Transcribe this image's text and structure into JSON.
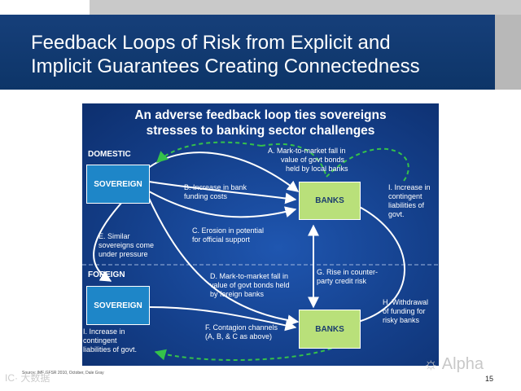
{
  "slide": {
    "title_line1": "Feedback Loops of Risk from Explicit and",
    "title_line2": "Implicit Guarantees Creating Connectedness",
    "source": "Source: IMF GFSR 2010, October, Dale Gray",
    "page_number": "15",
    "watermark_left": "IC· 大数据",
    "watermark_right": "Alpha"
  },
  "diagram": {
    "title_line1": "An adverse feedback loop ties sovereigns",
    "title_line2": "stresses to banking sector challenges",
    "domestic_label": "DOMESTIC",
    "foreign_label": "FOREIGN",
    "sovereign_domestic": "SOVEREIGN",
    "sovereign_foreign": "SOVEREIGN",
    "banks_domestic": "BANKS",
    "banks_foreign": "BANKS",
    "label_A": [
      "A.  Mark-to-market fall in",
      "value of govt bonds",
      "held by local banks"
    ],
    "label_B": [
      "B. Increase in bank",
      "funding costs"
    ],
    "label_C": [
      "C. Erosion in potential",
      "for official support"
    ],
    "label_D": [
      "D. Mark-to-market fall in",
      "value of govt bonds held",
      "by foreign banks"
    ],
    "label_E": [
      "E. Similar",
      "sovereigns come",
      "under pressure"
    ],
    "label_F": [
      "F. Contagion channels",
      "(A, B, & C as above)"
    ],
    "label_G": [
      "G. Rise in counter-",
      "party credit risk"
    ],
    "label_H": [
      "H. Withdrawal",
      "of funding for",
      "risky banks"
    ],
    "label_I_right": [
      "I. Increase in",
      "contingent",
      "liabilities of",
      "govt."
    ],
    "label_I_left": [
      "I. Increase in",
      "contingent",
      "liabilities of govt."
    ],
    "colors": {
      "background": "#143f8a",
      "sovereign_box": "#1e86c8",
      "banks_box": "#b9e07a",
      "dashed_loop": "#35c24a",
      "arrows": "#ffffff"
    }
  }
}
